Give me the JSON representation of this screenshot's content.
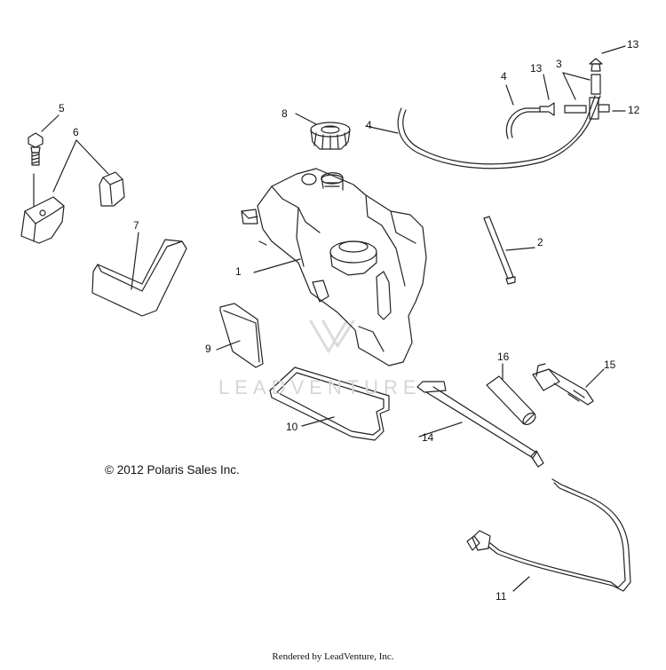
{
  "diagram": {
    "callouts": [
      {
        "id": "1",
        "text": "1"
      },
      {
        "id": "2",
        "text": "2"
      },
      {
        "id": "3",
        "text": "3"
      },
      {
        "id": "4a",
        "text": "4"
      },
      {
        "id": "4b",
        "text": "4"
      },
      {
        "id": "5",
        "text": "5"
      },
      {
        "id": "6",
        "text": "6"
      },
      {
        "id": "7",
        "text": "7"
      },
      {
        "id": "8",
        "text": "8"
      },
      {
        "id": "9",
        "text": "9"
      },
      {
        "id": "10",
        "text": "10"
      },
      {
        "id": "11",
        "text": "11"
      },
      {
        "id": "12",
        "text": "12"
      },
      {
        "id": "13a",
        "text": "13"
      },
      {
        "id": "13b",
        "text": "13"
      },
      {
        "id": "14",
        "text": "14"
      },
      {
        "id": "15",
        "text": "15"
      },
      {
        "id": "16",
        "text": "16"
      }
    ],
    "copyright": "© 2012 Polaris Sales Inc.",
    "rendered_by": "Rendered by LeadVenture, Inc.",
    "watermark": "LEADVENTURE"
  },
  "colors": {
    "line": "#222222",
    "label": "#111111",
    "watermark": "#d6d6d6"
  }
}
